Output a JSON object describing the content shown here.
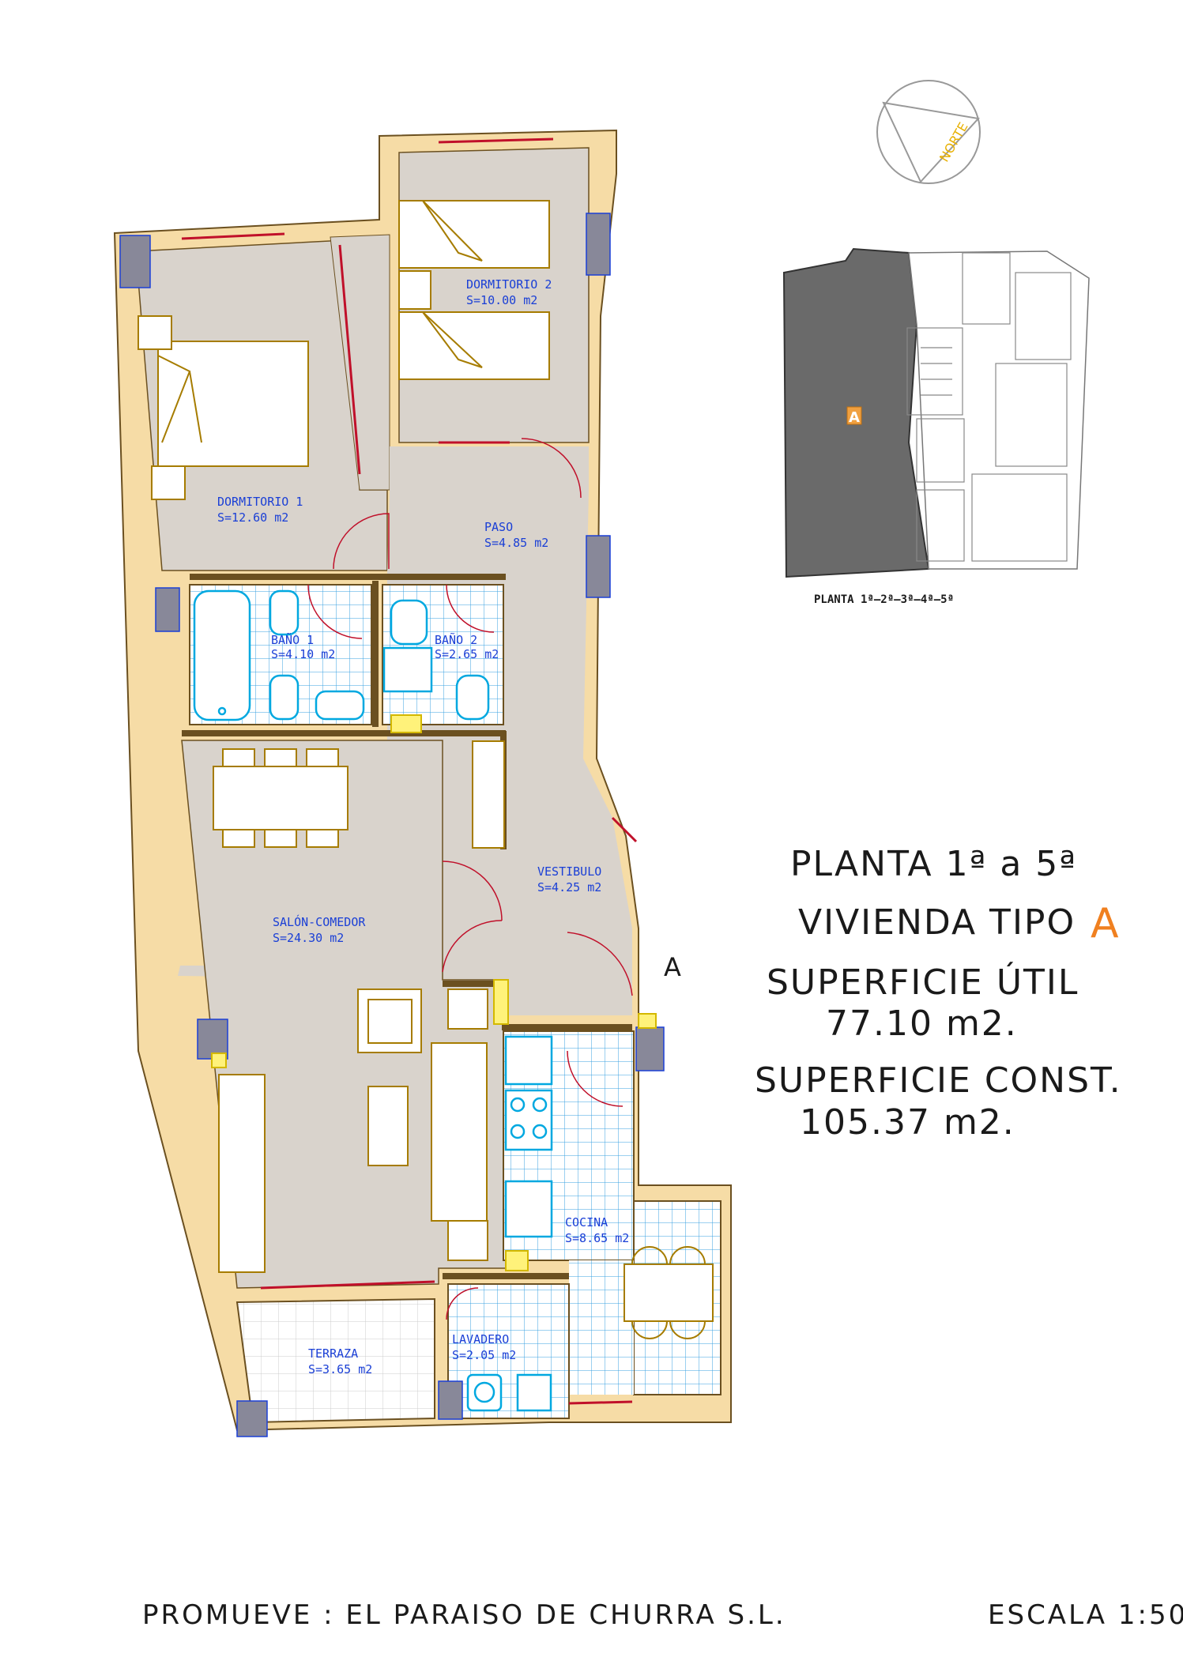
{
  "rooms": {
    "dormitorio1": {
      "name": "DORMITORIO 1",
      "area": "S=12.60  m2"
    },
    "dormitorio2": {
      "name": "DORMITORIO 2",
      "area": "S=10.00  m2"
    },
    "paso": {
      "name": "PASO",
      "area": "S=4.85  m2"
    },
    "bano1": {
      "name": "BAÑO 1",
      "area": "S=4.10  m2"
    },
    "bano2": {
      "name": "BAÑO 2",
      "area": "S=2.65  m2"
    },
    "salon": {
      "name": "SALÓN-COMEDOR",
      "area": "S=24.30  m2"
    },
    "vestibulo": {
      "name": "VESTIBULO",
      "area": "S=4.25  m2"
    },
    "cocina": {
      "name": "COCINA",
      "area": "S=8.65  m2"
    },
    "terraza": {
      "name": "TERRAZA",
      "area": "S=3.65  m2"
    },
    "lavadero": {
      "name": "LAVADERO",
      "area": "S=2.05  m2"
    }
  },
  "entrance_mark": "A",
  "north": "NORTE",
  "key_plan": {
    "unit": "A",
    "caption": "PLANTA 1ª–2ª–3ª–4ª–5ª"
  },
  "info": {
    "line1": "PLANTA  1ª  a  5ª",
    "line2_prefix": "VIVIENDA  TIPO",
    "line2_type": "A",
    "line3": "SUPERFICIE  ÚTIL",
    "line4": "77.10  m2.",
    "line5": "SUPERFICIE  CONST.",
    "line6": "105.37  m2."
  },
  "footer": {
    "promoter": "PROMUEVE : EL PARAISO DE CHURRA S.L.",
    "scale": "ESCALA 1:50"
  },
  "colors": {
    "wall": "#f6dca6",
    "floor": "#d9d3cc",
    "furniture": "#a67c00",
    "blue": "#1a3fd6",
    "cyan": "#00a8e0",
    "window": "#c0102a",
    "column": "#888899",
    "accent": "#f08020"
  }
}
